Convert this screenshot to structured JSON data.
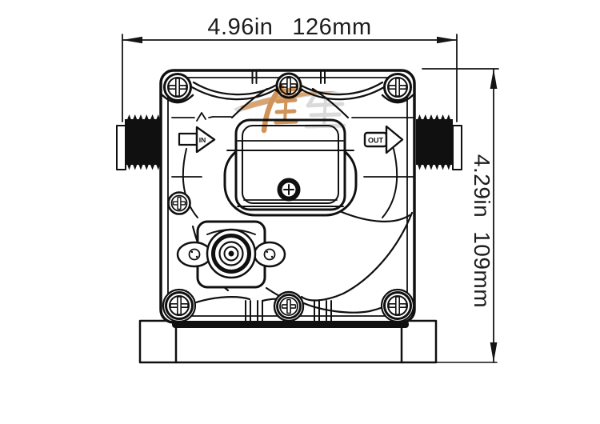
{
  "diagram": {
    "title": "diaphragm pump front-view dimension drawing",
    "dimensions": {
      "width": {
        "inches": "4.96in",
        "mm": "126mm"
      },
      "height": {
        "inches": "4.29in",
        "mm": "109mm"
      }
    },
    "ports": {
      "in_label": "IN",
      "out_label": "OUT"
    },
    "colors": {
      "line": "#101010",
      "watermark_orange": "#c8813d",
      "watermark_gray": "#c9c9c9",
      "background": "#ffffff"
    }
  }
}
